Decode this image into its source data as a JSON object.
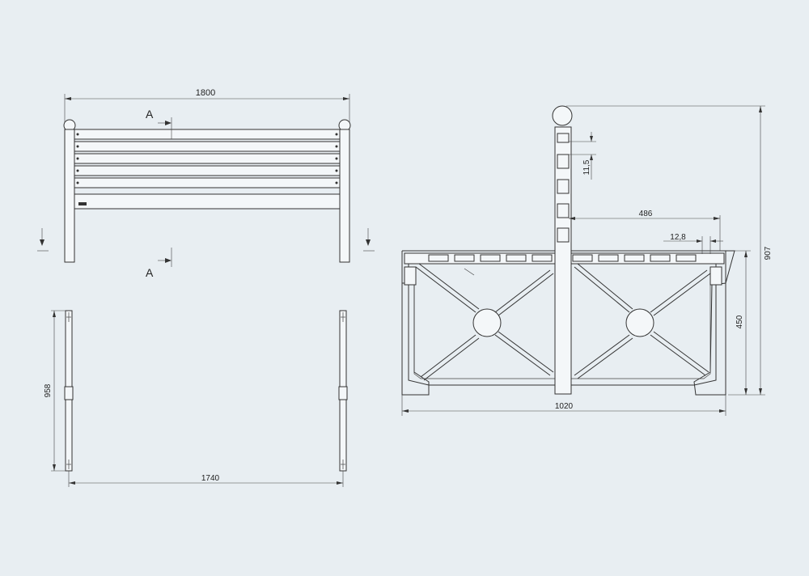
{
  "drawing": {
    "colors": {
      "background": "#e8eef2",
      "line": "#333333"
    },
    "section_marker": "A",
    "front_view": {
      "overall_width": "1800"
    },
    "plan_view": {
      "depth": "958",
      "span": "1740"
    },
    "side_view": {
      "slat_gap": "11,5",
      "backrest_offset": "486",
      "slat_thickness": "12,8",
      "overall_height": "907",
      "seat_height": "450",
      "overall_depth": "1020"
    }
  }
}
